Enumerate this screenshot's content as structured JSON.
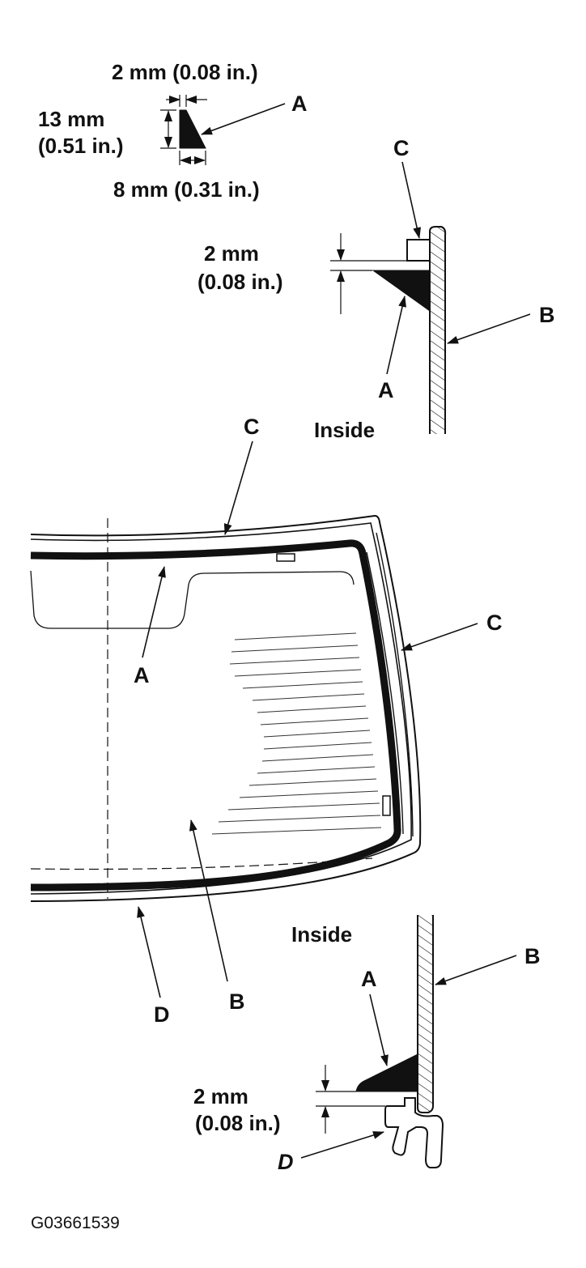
{
  "profile_detail": {
    "width_top": "2 mm (0.08 in.)",
    "height_line1": "13 mm",
    "height_line2": "(0.51 in.)",
    "width_bottom": "8 mm (0.31 in.)",
    "label": "A"
  },
  "upper_section": {
    "label_c": "C",
    "label_a": "A",
    "label_b": "B",
    "gap_line1": "2 mm",
    "gap_line2": "(0.08 in.)",
    "side": "Inside"
  },
  "windshield_view": {
    "label_c_top": "C",
    "label_c_right": "C",
    "label_a": "A",
    "label_b": "B",
    "label_d": "D"
  },
  "lower_section": {
    "side": "Inside",
    "label_b": "B",
    "label_a": "A",
    "gap_line1": "2 mm",
    "gap_line2": "(0.08 in.)",
    "label_d": "D"
  },
  "figure_code": "G03661539",
  "colors": {
    "ink": "#111111",
    "paper": "#ffffff"
  }
}
